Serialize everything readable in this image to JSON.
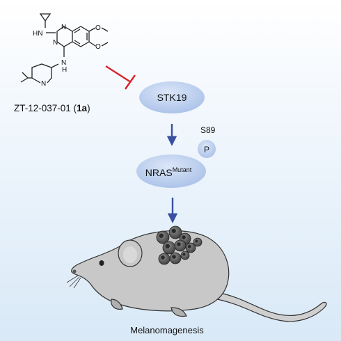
{
  "compound": {
    "name_prefix": "ZT-12-037-01 (",
    "name_bold": "1a",
    "name_suffix": ")",
    "atoms": {
      "nh_top": "HN",
      "n_ring_1": "N",
      "n_ring_2": "N",
      "nh_bottom": "N",
      "nh_bottom_h": "H",
      "n_piperidine": "N",
      "o_1": "O",
      "o_2": "O"
    }
  },
  "nodes": {
    "stk19": "STK19",
    "nras_main": "NRAS",
    "nras_sup": "Mutant",
    "phospho": "P",
    "phospho_site": "S89"
  },
  "outcome": "Melanomagenesis",
  "colors": {
    "inhibit": "#d8232a",
    "arrow": "#3a4fa0",
    "node_fill": "#b7cdee",
    "mouse": "#c8c8c8",
    "tumor": "#5a5a5a"
  }
}
